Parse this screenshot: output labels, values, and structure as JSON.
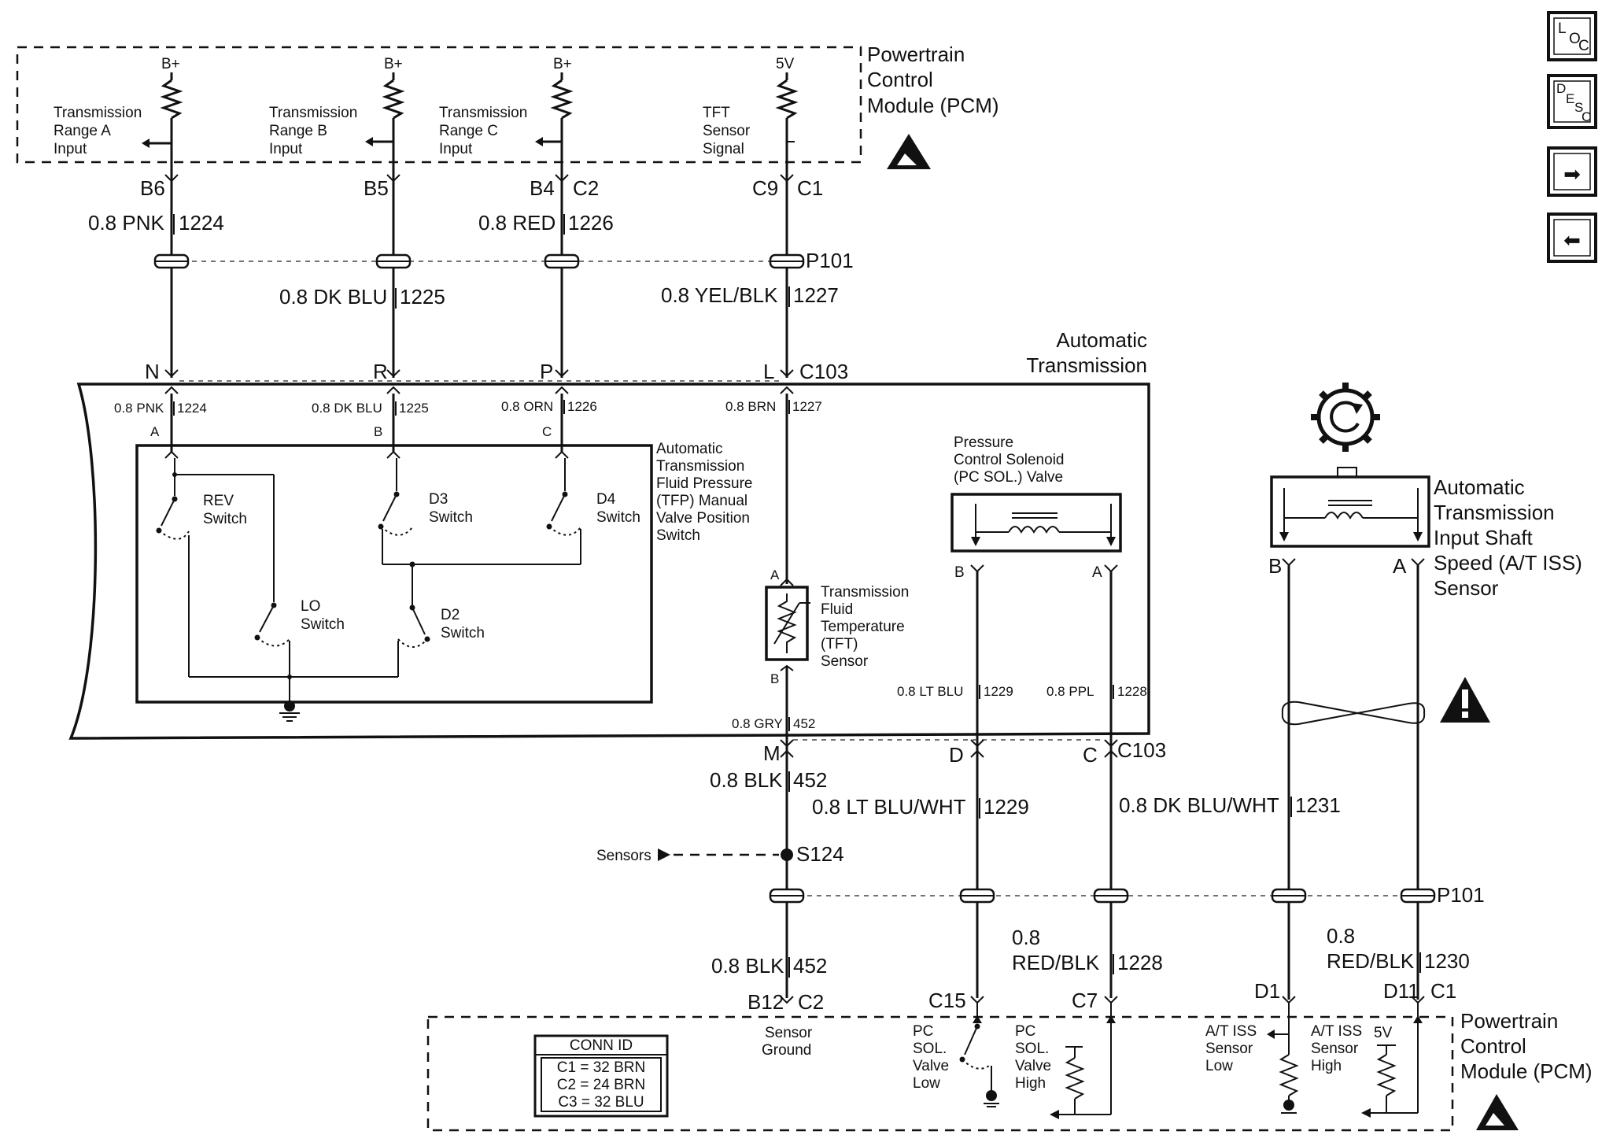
{
  "modules": {
    "pcm_top": [
      "Powertrain",
      "Control",
      "Module (PCM)"
    ],
    "pcm_bottom": [
      "Powertrain",
      "Control",
      "Module (PCM)"
    ],
    "transmission": [
      "Automatic",
      "Transmission"
    ]
  },
  "pcm_inputs": {
    "range_a": {
      "supply": "B+",
      "lines": [
        "Transmission",
        "Range A",
        "Input"
      ]
    },
    "range_b": {
      "supply": "B+",
      "lines": [
        "Transmission",
        "Range B",
        "Input"
      ]
    },
    "range_c": {
      "supply": "B+",
      "lines": [
        "Transmission",
        "Range C",
        "Input"
      ]
    },
    "tft_signal": {
      "supply": "5V",
      "lines": [
        "TFT",
        "Sensor",
        "Signal"
      ]
    }
  },
  "pins_top": {
    "b6": "B6",
    "b5": "B5",
    "b4": "B4",
    "c2": "C2",
    "c9": "C9",
    "c1": "C1"
  },
  "wires_top": {
    "w1224": {
      "gauge_color": "0.8 PNK",
      "circuit": "1224"
    },
    "w1225": {
      "gauge_color": "0.8 DK BLU",
      "circuit": "1225"
    },
    "w1226": {
      "gauge_color": "0.8 RED",
      "circuit": "1226"
    },
    "w1227": {
      "gauge_color": "0.8 YEL/BLK",
      "circuit": "1227"
    }
  },
  "connectors": {
    "p101_top": "P101",
    "p101_bottom": "P101",
    "c103_top": "C103",
    "c103_bottom": "C103",
    "s124": "S124",
    "sensors": "Sensors"
  },
  "c103_top_pins": {
    "n": "N",
    "r": "R",
    "p": "P",
    "l": "L"
  },
  "trans_internal_wires": {
    "w1224": {
      "gauge_color": "0.8 PNK",
      "circuit": "1224",
      "pin": "A"
    },
    "w1225": {
      "gauge_color": "0.8 DK BLU",
      "circuit": "1225",
      "pin": "B"
    },
    "w1226": {
      "gauge_color": "0.8 ORN",
      "circuit": "1226",
      "pin": "C"
    },
    "w1227": {
      "gauge_color": "0.8 BRN",
      "circuit": "1227"
    },
    "w452": {
      "gauge_color": "0.8 GRY",
      "circuit": "452"
    },
    "w1229": {
      "gauge_color": "0.8 LT BLU",
      "circuit": "1229"
    },
    "w1228": {
      "gauge_color": "0.8 PPL",
      "circuit": "1228"
    }
  },
  "tfp_switch": {
    "title": [
      "Automatic",
      "Transmission",
      "Fluid Pressure",
      "(TFP) Manual",
      "Valve Position",
      "Switch"
    ],
    "rev": [
      "REV",
      "Switch"
    ],
    "d3": [
      "D3",
      "Switch"
    ],
    "d4": [
      "D4",
      "Switch"
    ],
    "lo": [
      "LO",
      "Switch"
    ],
    "d2": [
      "D2",
      "Switch"
    ]
  },
  "tft_sensor": {
    "lines": [
      "Transmission",
      "Fluid",
      "Temperature",
      "(TFT)",
      "Sensor"
    ],
    "pin_a": "A",
    "pin_b": "B"
  },
  "pc_solenoid": {
    "lines": [
      "Pressure",
      "Control Solenoid",
      "(PC SOL.) Valve"
    ],
    "pin_b": "B",
    "pin_a": "A"
  },
  "iss_sensor": {
    "lines": [
      "Automatic",
      "Transmission",
      "Input Shaft",
      "Speed (A/T ISS)",
      "Sensor"
    ],
    "pin_b": "B",
    "pin_a": "A"
  },
  "c103_bottom_pins": {
    "m": "M",
    "d": "D",
    "c": "C"
  },
  "wires_bottom": {
    "w452_a": {
      "gauge_color": "0.8 BLK",
      "circuit": "452"
    },
    "w1229": {
      "gauge_color": "0.8 LT BLU/WHT",
      "circuit": "1229"
    },
    "w1231": {
      "gauge_color": "0.8 DK BLU/WHT",
      "circuit": "1231"
    },
    "w452_b": {
      "gauge_color": "0.8 BLK",
      "circuit": "452"
    },
    "w1228": {
      "gauge_lines": [
        "0.8",
        "RED/BLK"
      ],
      "circuit": "1228"
    },
    "w1230": {
      "gauge_lines": [
        "0.8",
        "RED/BLK"
      ],
      "circuit": "1230"
    }
  },
  "pins_bottom": {
    "b12": "B12",
    "c2": "C2",
    "c15": "C15",
    "c7": "C7",
    "d1": "D1",
    "d11": "D11",
    "c1": "C1"
  },
  "pcm_bottom_labels": {
    "sensor_ground": [
      "Sensor",
      "Ground"
    ],
    "pc_low": [
      "PC",
      "SOL.",
      "Valve",
      "Low"
    ],
    "pc_high": [
      "PC",
      "SOL.",
      "Valve",
      "High"
    ],
    "iss_low": [
      "A/T ISS",
      "Sensor",
      "Low"
    ],
    "iss_high": [
      "A/T ISS",
      "Sensor",
      "High"
    ],
    "supply_5v": "5V"
  },
  "conn_id": {
    "title": "CONN ID",
    "rows": [
      "C1 = 32 BRN",
      "C2 = 24 BRN",
      "C3 = 32 BLU"
    ]
  },
  "nav": {
    "loc": {
      "l": "L",
      "o": "O",
      "c": "C"
    },
    "desc": {
      "d": "D",
      "e": "E",
      "s": "S",
      "c": "C"
    },
    "forward_glyph": "➡",
    "back_glyph": "⬅"
  },
  "icons": [
    "esd-warning-icon",
    "caution-icon",
    "speed-sensor-rotor-icon",
    "ground-icon"
  ]
}
